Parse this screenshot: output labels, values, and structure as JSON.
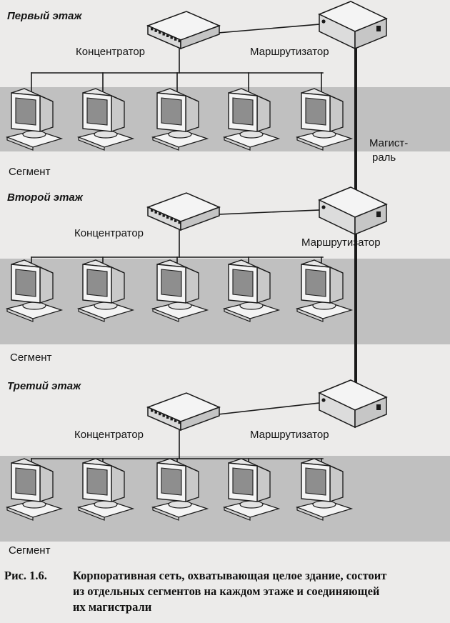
{
  "floors": [
    {
      "title": "Первый этаж",
      "hub_label": "Концентратор",
      "router_label": "Маршрутизатор",
      "segment_label": "Сегмент"
    },
    {
      "title": "Второй этаж",
      "hub_label": "Концентратор",
      "router_label": "Маршрутизатор",
      "segment_label": "Сегмент"
    },
    {
      "title": "Третий этаж",
      "hub_label": "Концентратор",
      "router_label": "Маршрутизатор",
      "segment_label": "Сегмент"
    }
  ],
  "backbone_label_line1": "Магист-",
  "backbone_label_line2": "раль",
  "caption": {
    "prefix": "Рис. 1.6.",
    "line1": "Корпоративная сеть, охватывающая целое здание, состоит",
    "line2": "из отдельных сегментов на каждом этаже и соединяющей",
    "line3": "их магистрали"
  },
  "colors": {
    "paper": "#ecebea",
    "band": "#9c9c9c",
    "device": "#f4f4f4",
    "line": "#1a1a1a"
  }
}
